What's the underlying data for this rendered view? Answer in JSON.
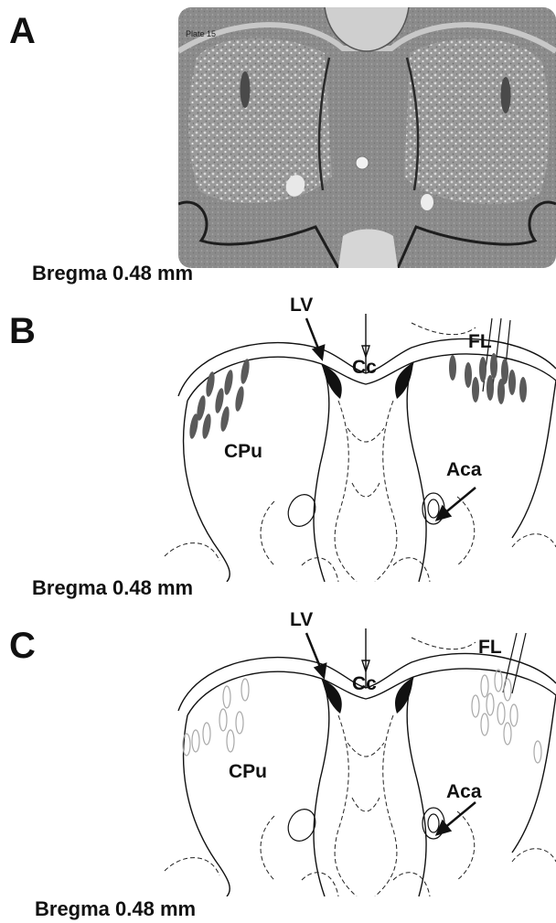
{
  "panels": [
    {
      "letter": "A",
      "bregma": "Bregma 0.48 mm",
      "plate_label": "Plate 15"
    },
    {
      "letter": "B",
      "bregma": "Bregma 0.48 mm",
      "labels": {
        "lv": "LV",
        "fl": "FL",
        "cc": "Cc",
        "cpu": "CPu",
        "aca": "Aca"
      },
      "marker_style": "filled-gray"
    },
    {
      "letter": "C",
      "bregma": "Bregma 0.48 mm",
      "labels": {
        "lv": "LV",
        "fl": "FL",
        "cc": "Cc",
        "cpu": "CPu",
        "aca": "Aca"
      },
      "marker_style": "open-outline"
    }
  ],
  "colors": {
    "ink": "#111111",
    "tissue": "#8e8e8e",
    "marker_fill": "#5a5a5a",
    "marker_outline": "#a8a8a8"
  }
}
